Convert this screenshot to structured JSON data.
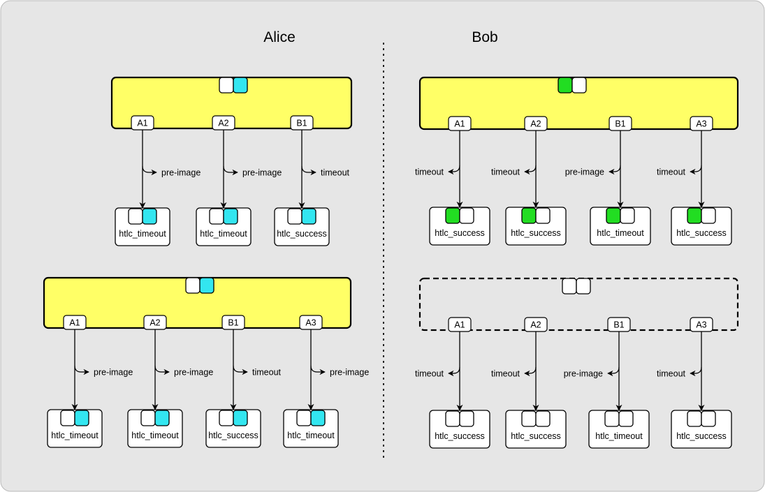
{
  "headings": {
    "alice": "Alice",
    "bob": "Bob"
  },
  "colors": {
    "panel_bg": "#e6e6e6",
    "commitment_fill": "#ffff66",
    "alice_key": "#33e6f0",
    "bob_key": "#22dd22",
    "box_fill": "#ffffff",
    "stroke": "#000000"
  },
  "diagrams": [
    {
      "id": "alice-tx-1",
      "style": "solid",
      "keys": [
        "empty",
        "alice"
      ],
      "outputs": [
        {
          "label": "A1",
          "condition": "pre-image",
          "tx": "htlc_timeout",
          "keys": [
            "empty",
            "alice"
          ]
        },
        {
          "label": "A2",
          "condition": "pre-image",
          "tx": "htlc_timeout",
          "keys": [
            "empty",
            "alice"
          ]
        },
        {
          "label": "B1",
          "condition": "timeout",
          "tx": "htlc_success",
          "keys": [
            "empty",
            "alice"
          ]
        }
      ]
    },
    {
      "id": "alice-tx-2",
      "style": "solid",
      "keys": [
        "empty",
        "alice"
      ],
      "outputs": [
        {
          "label": "A1",
          "condition": "pre-image",
          "tx": "htlc_timeout",
          "keys": [
            "empty",
            "alice"
          ]
        },
        {
          "label": "A2",
          "condition": "pre-image",
          "tx": "htlc_timeout",
          "keys": [
            "empty",
            "alice"
          ]
        },
        {
          "label": "B1",
          "condition": "timeout",
          "tx": "htlc_success",
          "keys": [
            "empty",
            "alice"
          ]
        },
        {
          "label": "A3",
          "condition": "pre-image",
          "tx": "htlc_timeout",
          "keys": [
            "empty",
            "alice"
          ]
        }
      ]
    },
    {
      "id": "bob-tx-1",
      "style": "solid",
      "keys": [
        "bob",
        "empty"
      ],
      "outputs": [
        {
          "label": "A1",
          "condition": "timeout",
          "tx": "htlc_success",
          "keys": [
            "bob",
            "empty"
          ]
        },
        {
          "label": "A2",
          "condition": "timeout",
          "tx": "htlc_success",
          "keys": [
            "bob",
            "empty"
          ]
        },
        {
          "label": "B1",
          "condition": "pre-image",
          "tx": "htlc_timeout",
          "keys": [
            "bob",
            "empty"
          ]
        },
        {
          "label": "A3",
          "condition": "timeout",
          "tx": "htlc_success",
          "keys": [
            "bob",
            "empty"
          ]
        }
      ]
    },
    {
      "id": "bob-tx-2",
      "style": "dashed",
      "keys": [
        "empty",
        "empty"
      ],
      "outputs": [
        {
          "label": "A1",
          "condition": "timeout",
          "tx": "htlc_success",
          "keys": [
            "empty",
            "empty"
          ]
        },
        {
          "label": "A2",
          "condition": "timeout",
          "tx": "htlc_success",
          "keys": [
            "empty",
            "empty"
          ]
        },
        {
          "label": "B1",
          "condition": "pre-image",
          "tx": "htlc_timeout",
          "keys": [
            "empty",
            "empty"
          ]
        },
        {
          "label": "A3",
          "condition": "timeout",
          "tx": "htlc_success",
          "keys": [
            "empty",
            "empty"
          ]
        }
      ]
    }
  ]
}
